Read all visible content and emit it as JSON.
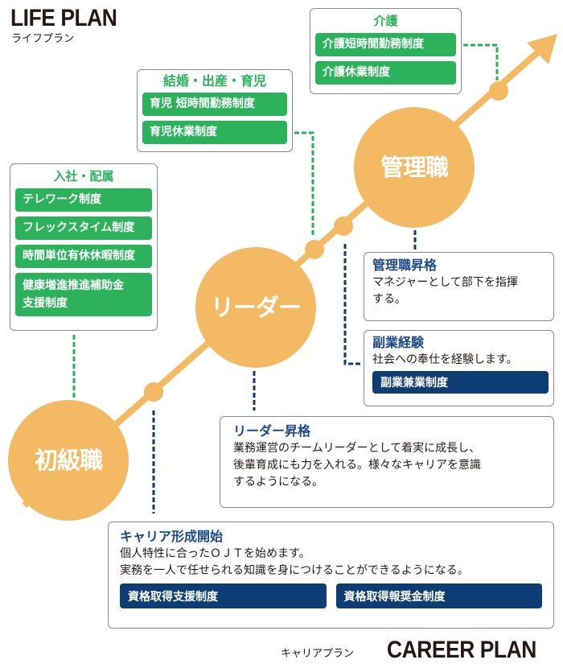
{
  "header": {
    "title_en": "LIFE PLAN",
    "title_ja": "ライフプラン"
  },
  "footer": {
    "title_ja": "キャリアプラン",
    "title_en": "CAREER PLAN"
  },
  "colors": {
    "green": "#2bb25a",
    "navy": "#0e3c74",
    "navy_text": "#1a4a86",
    "orange": "#f3b963",
    "border": "#8a8a8a"
  },
  "stages": [
    {
      "label": "初級職"
    },
    {
      "label": "リーダー"
    },
    {
      "label": "管理職"
    }
  ],
  "life_events": [
    {
      "heading": "入社・配属",
      "items": [
        "テレワーク制度",
        "フレックスタイム制度",
        "時間単位有休休暇制度",
        "健康増進推進補助金\n支援制度"
      ]
    },
    {
      "heading": "結婚・出産・育児",
      "items": [
        "育児 短時間勤務制度",
        "育児休業制度"
      ]
    },
    {
      "heading": "介護",
      "items": [
        "介護短時間勤務制度",
        "介護休業制度"
      ]
    }
  ],
  "career_events": [
    {
      "heading": "キャリア形成開始",
      "lines": [
        "個人特性に合ったＯＪＴを始めます。",
        "実務を一人で任せられる知識を身につけることができるようになる。"
      ],
      "items": [
        "資格取得支援制度",
        "資格取得報奨金制度"
      ]
    },
    {
      "heading": "リーダー昇格",
      "lines": [
        "業務運営のチームリーダーとして着実に成長し、",
        "後輩育成にも力を入れる。様々なキャリアを意識",
        "するようになる。"
      ],
      "items": []
    },
    {
      "heading": "管理職昇格",
      "lines": [
        "マネジャーとして部下を指揮",
        "する。"
      ],
      "items": []
    },
    {
      "heading": "副業経験",
      "lines": [
        "社会への奉仕を経験します。"
      ],
      "items": [
        "副業兼業制度"
      ]
    }
  ]
}
